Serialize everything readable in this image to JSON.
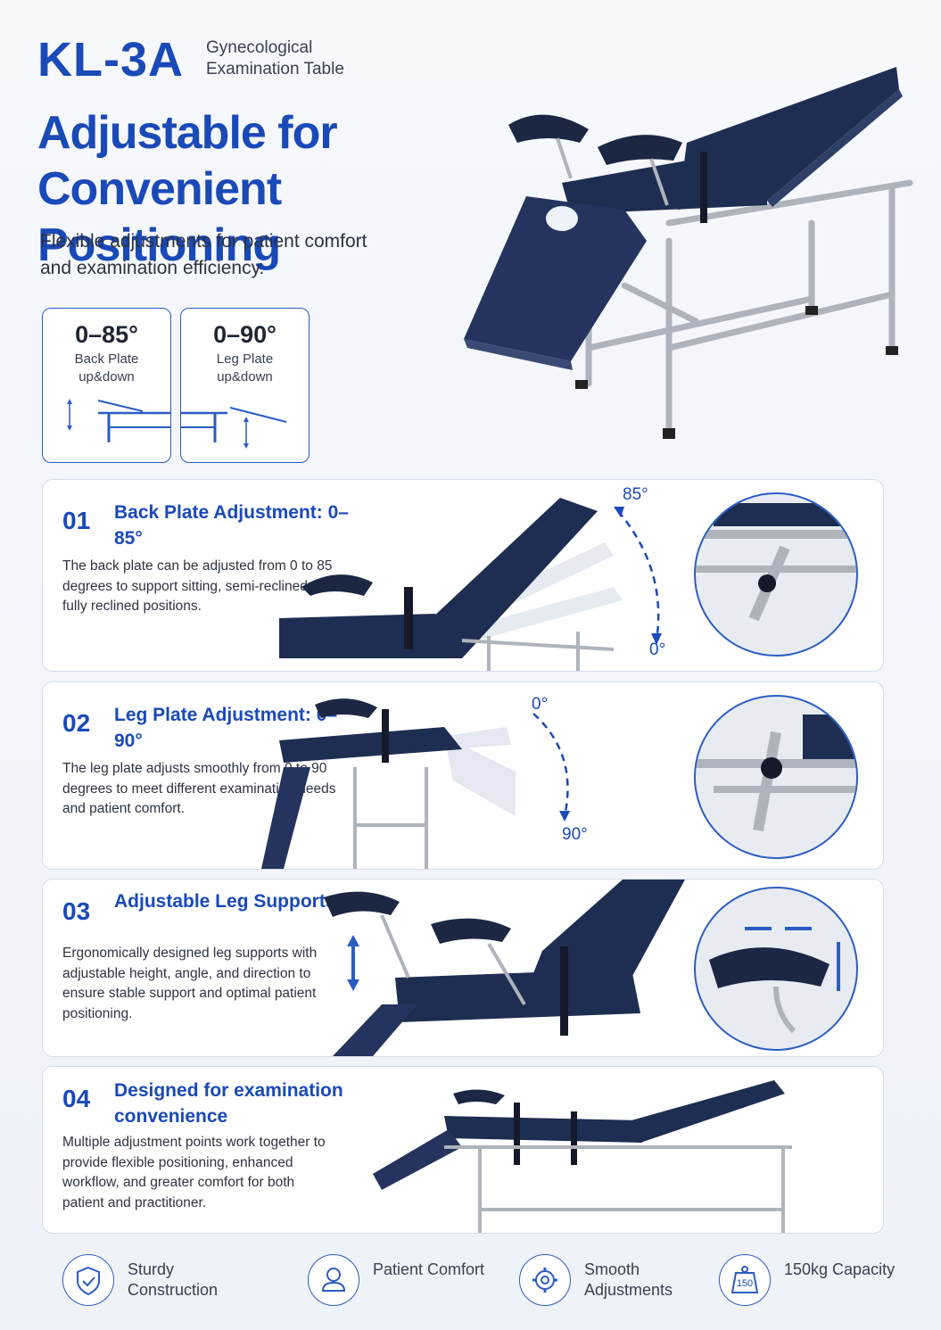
{
  "header": {
    "model": "KL-3A",
    "subtitle": "Gynecological Examination Table",
    "headline": "Adjustable for Convenient Positioning",
    "intro": "Flexible adjustments for patient comfort and examination efficiency."
  },
  "specs": [
    {
      "value": "0–85°",
      "label": "Back Plate up&down"
    },
    {
      "value": "0–90°",
      "label": "Leg Plate up&down"
    }
  ],
  "sections": [
    {
      "number": "01",
      "title": "Back Plate Adjustment: 0–85°",
      "description": "The back plate can be adjusted from 0 to 85 degrees to support sitting, semi-reclined, or fully reclined positions.",
      "angle_start": "85°",
      "angle_end": "0°"
    },
    {
      "number": "02",
      "title": "Leg Plate Adjustment: 0–90°",
      "description": "The leg plate adjusts smoothly from 0 to 90 degrees to meet different examination needs and patient comfort.",
      "angle_start": "0°",
      "angle_end": "90°"
    },
    {
      "number": "03",
      "title": "Adjustable Leg Supports",
      "description": "Ergonomically designed leg supports with adjustable height, angle, and direction to ensure stable support and optimal patient positioning."
    },
    {
      "number": "04",
      "title": "Designed for examination convenience",
      "description": "Multiple adjustment points work together to provide flexible positioning, enhanced workflow, and greater comfort for both patient and practitioner."
    }
  ],
  "features": [
    {
      "icon": "shield-check-icon",
      "label": "Sturdy Construction"
    },
    {
      "icon": "user-icon",
      "label": "Patient Comfort"
    },
    {
      "icon": "gear-icon",
      "label": "Smooth Adjustments"
    },
    {
      "icon": "weight-icon",
      "label": "150kg Capacity",
      "badge": "150"
    }
  ],
  "colors": {
    "accent": "#1a49b8",
    "upholstery": "#1e2d52",
    "steel": "#b8bcc4"
  }
}
